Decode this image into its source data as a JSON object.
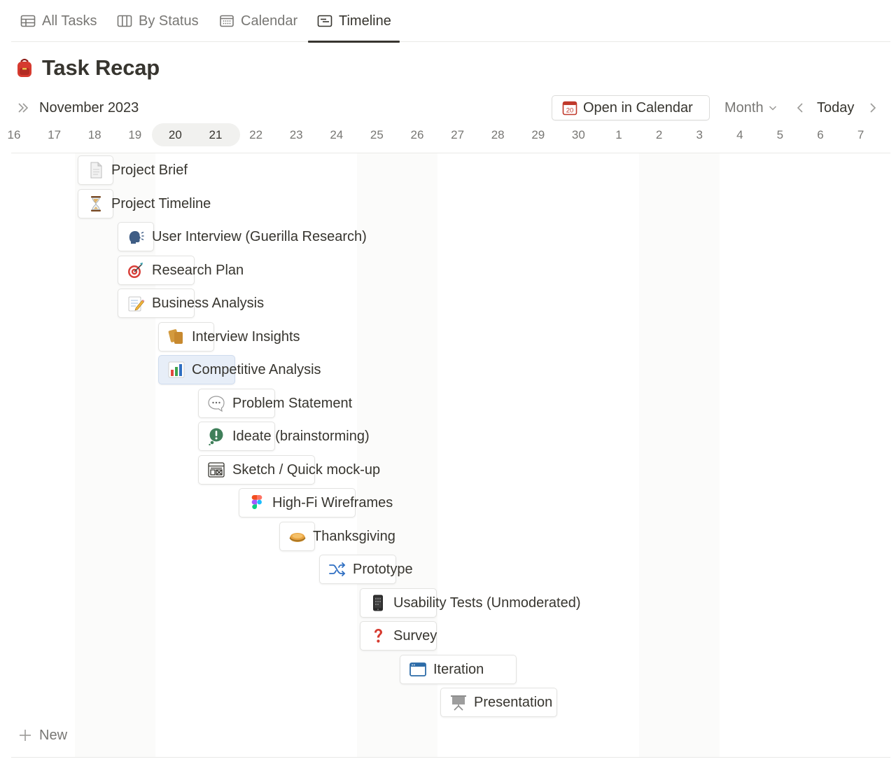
{
  "tabs": [
    {
      "label": "All Tasks",
      "icon": "table-icon"
    },
    {
      "label": "By Status",
      "icon": "board-icon"
    },
    {
      "label": "Calendar",
      "icon": "calendar-icon"
    },
    {
      "label": "Timeline",
      "icon": "timeline-icon",
      "active": true
    }
  ],
  "page": {
    "title": "Task Recap",
    "icon": "backpack-icon"
  },
  "toolbar": {
    "month_label": "November 2023",
    "open_calendar": "Open in Calendar",
    "calendar_badge": "20",
    "scale": "Month",
    "today": "Today"
  },
  "days": [
    "16",
    "17",
    "18",
    "19",
    "20",
    "21",
    "22",
    "23",
    "24",
    "25",
    "26",
    "27",
    "28",
    "29",
    "30",
    "1",
    "2",
    "3",
    "4",
    "5",
    "6",
    "7"
  ],
  "highlighted_days": [
    "20",
    "21"
  ],
  "tasks": [
    {
      "label": "Project Brief",
      "icon": "document-icon"
    },
    {
      "label": "Project Timeline",
      "icon": "hourglass-icon"
    },
    {
      "label": "User Interview (Guerilla Research)",
      "icon": "speaking-head-icon"
    },
    {
      "label": "Research Plan",
      "icon": "target-icon"
    },
    {
      "label": "Business Analysis",
      "icon": "memo-icon"
    },
    {
      "label": "Interview Insights",
      "icon": "cards-icon"
    },
    {
      "label": "Competitive Analysis",
      "icon": "bar-chart-icon",
      "selected": true
    },
    {
      "label": "Problem Statement",
      "icon": "speech-bubble-icon"
    },
    {
      "label": "Ideate (brainstorming)",
      "icon": "thought-bubble-icon"
    },
    {
      "label": "Sketch / Quick mock-up",
      "icon": "wireframe-icon"
    },
    {
      "label": "High-Fi Wireframes",
      "icon": "figma-icon"
    },
    {
      "label": "Thanksgiving",
      "icon": "pie-icon"
    },
    {
      "label": "Prototype",
      "icon": "shuffle-icon"
    },
    {
      "label": "Usability Tests (Unmoderated)",
      "icon": "phone-icon"
    },
    {
      "label": "Survey",
      "icon": "question-icon"
    },
    {
      "label": "Iteration",
      "icon": "browser-window-icon"
    },
    {
      "label": "Presentation",
      "icon": "presentation-icon"
    }
  ],
  "new_label": "New",
  "colors": {
    "accent_selected": "#e7eef8",
    "text": "#37352f",
    "muted": "#787774",
    "weekend": "#fbfbfa"
  }
}
